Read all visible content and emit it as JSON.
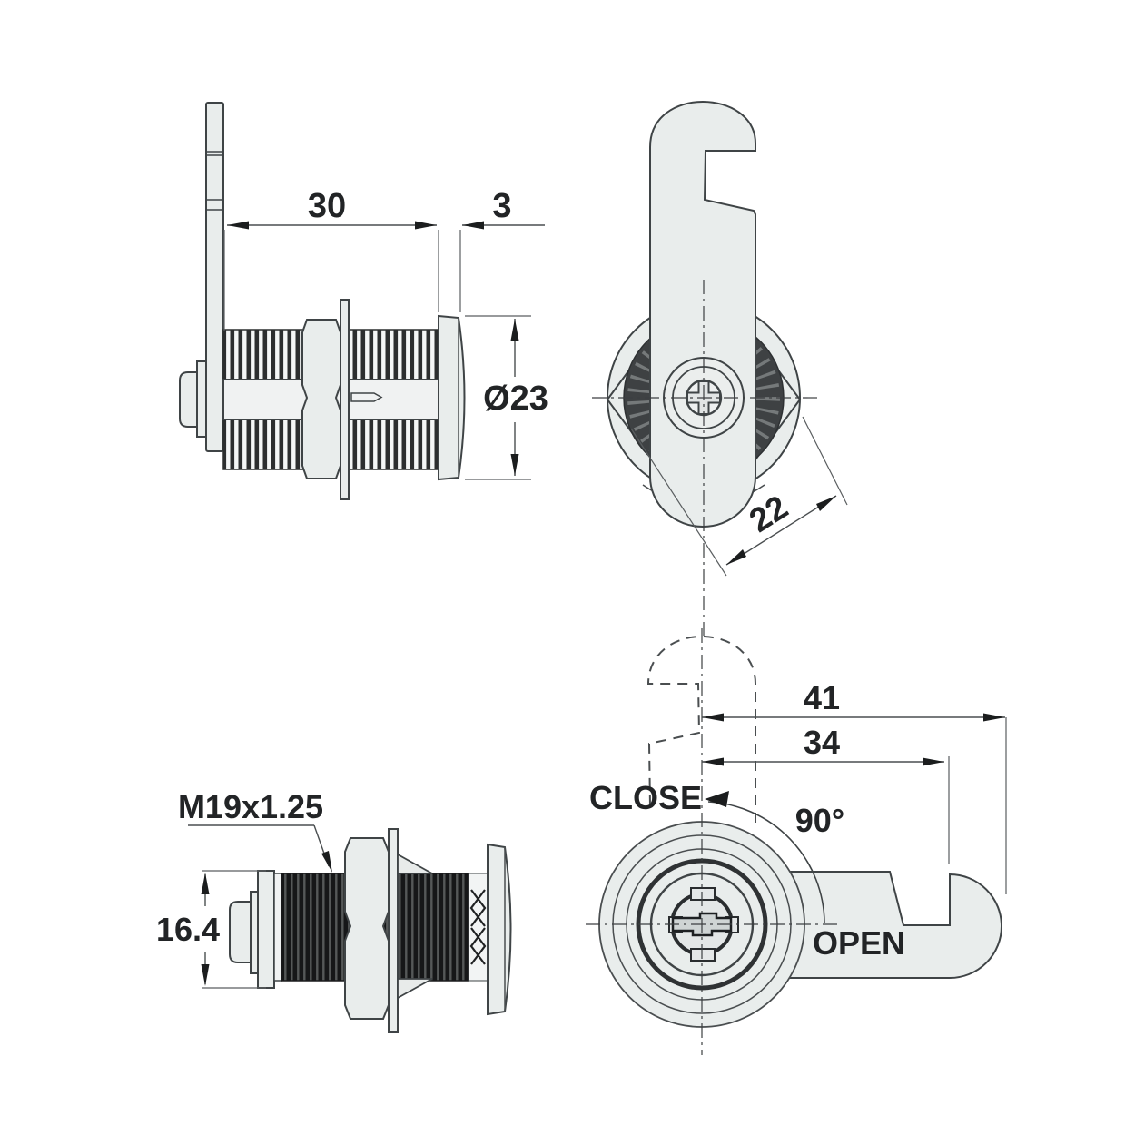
{
  "colors": {
    "red": "#ee2d42",
    "green": "#38d728",
    "ink": "#222426"
  },
  "views": {
    "side_with_cam": {
      "dim_cam_length": "30",
      "dim_flange_thickness": "3",
      "dim_flange_diameter": "Ø23"
    },
    "front_cam_closed": {
      "dim_nut_across_flats": "22"
    },
    "side_body": {
      "thread_spec": "M19x1.25",
      "dim_rear_diameter": "16.4"
    },
    "front_cam_positions": {
      "dim_overall_reach": "41",
      "dim_hook_reach": "34",
      "dim_rotation": "90°",
      "label_close": "CLOSE",
      "label_open": "OPEN"
    }
  }
}
